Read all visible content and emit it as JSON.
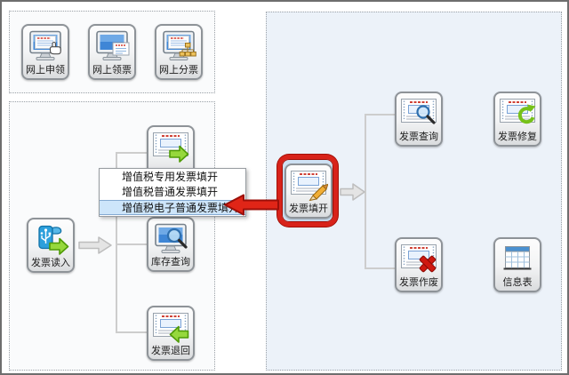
{
  "colors": {
    "accent_red": "#d8231a",
    "panel_right_bg": "#ecf2f9",
    "menu_highlight_bg": "#cde5fa",
    "menu_highlight_border": "#84aad2",
    "arrow_green": "#96d83c",
    "connector_gray": "#cdcdcd"
  },
  "online_panel": {
    "items": [
      {
        "label": "网上申领",
        "icon": "monitor-hand-icon"
      },
      {
        "label": "网上领票",
        "icon": "monitor-invoice-icon"
      },
      {
        "label": "网上分票",
        "icon": "monitor-tree-icon"
      }
    ]
  },
  "readin_panel": {
    "source": {
      "label": "发票读入",
      "icon": "usb-arrow-icon"
    },
    "hidden_item": {
      "icon": "invoice-arrow-right-icon"
    },
    "items": [
      {
        "label": "库存查询",
        "icon": "monitor-search-icon"
      },
      {
        "label": "发票退回",
        "icon": "invoice-arrow-left-icon"
      }
    ]
  },
  "fill_panel": {
    "source": {
      "label": "发票填开",
      "icon": "invoice-pencil-icon"
    },
    "items": [
      {
        "label": "发票查询",
        "icon": "invoice-search-icon"
      },
      {
        "label": "发票修复",
        "icon": "invoice-repair-icon"
      },
      {
        "label": "发票作废",
        "icon": "invoice-void-icon"
      },
      {
        "label": "信息表",
        "icon": "table-icon"
      }
    ]
  },
  "context_menu": {
    "items": [
      {
        "label": "增值税专用发票填开",
        "selected": false
      },
      {
        "label": "增值税普通发票填开",
        "selected": false
      },
      {
        "label": "增值税电子普通发票填开",
        "selected": true
      }
    ]
  }
}
